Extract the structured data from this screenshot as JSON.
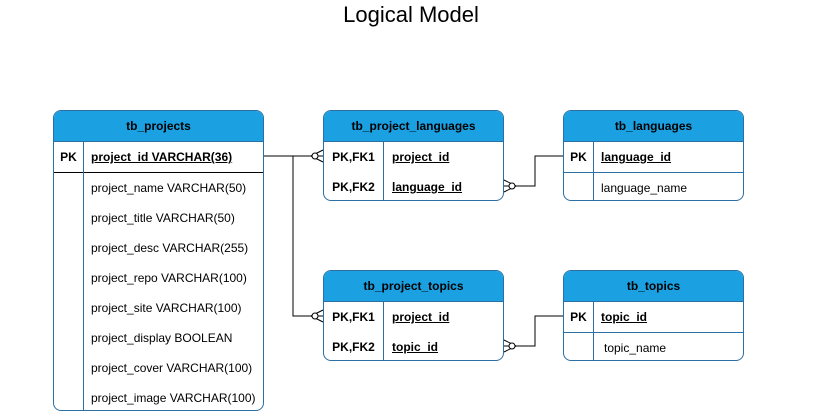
{
  "title": "Logical Model",
  "tables": {
    "projects": {
      "name": "tb_projects",
      "key_row": {
        "key": "PK",
        "field": "project_id VARCHAR(36)"
      },
      "fields": [
        "project_name VARCHAR(50)",
        "project_title VARCHAR(50)",
        "project_desc VARCHAR(255)",
        "project_repo VARCHAR(100)",
        "project_site VARCHAR(100)",
        "project_display BOOLEAN",
        "project_cover VARCHAR(100)",
        "project_image VARCHAR(100)"
      ]
    },
    "project_languages": {
      "name": "tb_project_languages",
      "rows": [
        {
          "key": "PK,FK1",
          "field": "project_id"
        },
        {
          "key": "PK,FK2",
          "field": "language_id"
        }
      ]
    },
    "languages": {
      "name": "tb_languages",
      "rows": [
        {
          "key": "PK",
          "field": "language_id"
        },
        {
          "key": "",
          "field": "language_name"
        }
      ]
    },
    "project_topics": {
      "name": "tb_project_topics",
      "rows": [
        {
          "key": "PK,FK1",
          "field": "project_id"
        },
        {
          "key": "PK,FK2",
          "field": "topic_id"
        }
      ]
    },
    "topics": {
      "name": "tb_topics",
      "rows": [
        {
          "key": "PK",
          "field": "topic_id"
        },
        {
          "key": "",
          "field": "topic_name"
        }
      ]
    }
  },
  "colors": {
    "header": "#1ba1e2",
    "border": "#2b6fa3",
    "line": "#000000"
  },
  "relationships": [
    {
      "from": "tb_projects.project_id",
      "to": "tb_project_languages.project_id",
      "cardinality": "one-to-many"
    },
    {
      "from": "tb_projects.project_id",
      "to": "tb_project_topics.project_id",
      "cardinality": "one-to-many"
    },
    {
      "from": "tb_languages.language_id",
      "to": "tb_project_languages.language_id",
      "cardinality": "one-to-many"
    },
    {
      "from": "tb_topics.topic_id",
      "to": "tb_project_topics.topic_id",
      "cardinality": "one-to-many"
    }
  ]
}
